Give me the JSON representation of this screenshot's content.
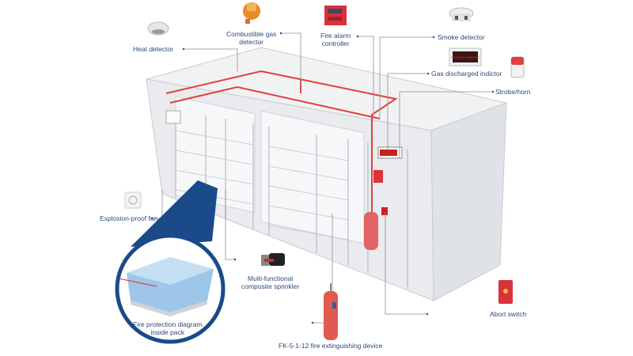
{
  "labels": {
    "heat_detector": "Heat detector",
    "combustible_gas_detector": [
      "Combustible gas",
      "detector"
    ],
    "fire_alarm_controller": [
      "Fire alarm",
      "controller"
    ],
    "smoke_detector": "Smoke detector",
    "gas_discharged_indicator": "Gas discharged indictor",
    "strobe_horn": "Strobe/horn",
    "explosion_proof_fan": "Explosion-proof fan",
    "composite_sprinkler": [
      "Multi-functional",
      "composite sprinkler"
    ],
    "extinguishing_device": "FK-5-1-12 fire extinguishing device",
    "abort_switch": "Abort switch",
    "pack_diagram": [
      "Fire protection diagram",
      "inside pack"
    ]
  },
  "colors": {
    "label_text": "#2c4a7c",
    "leader_line": "#8a8f96",
    "pipe_red": "#e0403a",
    "callout_blue": "#1a4a8a",
    "container": "#e9ebee"
  }
}
